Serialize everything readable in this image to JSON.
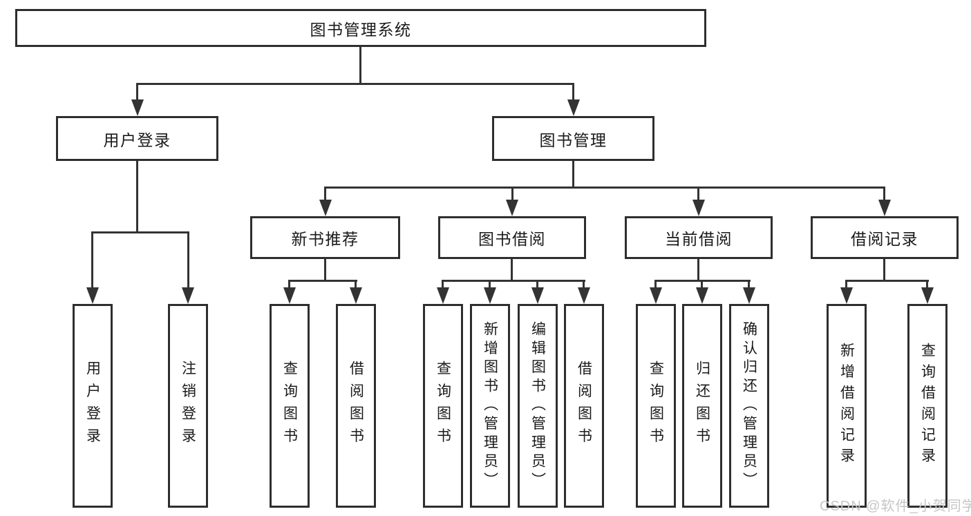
{
  "diagram": {
    "type": "tree",
    "title": "图书管理系统",
    "colors": {
      "background": "#ffffff",
      "line": "#333333",
      "box_border": "#2e2e2e",
      "text": "#1a1a1a",
      "watermark": "#c6c6c6"
    },
    "nodes": {
      "root": {
        "label": "图书管理系统"
      },
      "user_login": {
        "label": "用户登录"
      },
      "book_mgmt": {
        "label": "图书管理"
      },
      "new_book_rec": {
        "label": "新书推荐"
      },
      "book_borrow": {
        "label": "图书借阅"
      },
      "current_borrow": {
        "label": "当前借阅"
      },
      "borrow_records": {
        "label": "借阅记录"
      },
      "leaf_user_login": {
        "label": "用户登录"
      },
      "leaf_logout": {
        "label": "注销登录"
      },
      "leaf_query_book_1": {
        "label": "查询图书"
      },
      "leaf_borrow_book_1": {
        "label": "借阅图书"
      },
      "leaf_query_book_2": {
        "label": "查询图书"
      },
      "leaf_add_book": {
        "label": "新增图书（管理员）"
      },
      "leaf_edit_book": {
        "label": "编辑图书（管理员）"
      },
      "leaf_borrow_book_2": {
        "label": "借阅图书"
      },
      "leaf_query_book_3": {
        "label": "查询图书"
      },
      "leaf_return_book": {
        "label": "归还图书"
      },
      "leaf_confirm_return": {
        "label": "确认归还（管理员）"
      },
      "leaf_add_record": {
        "label": "新增借阅记录"
      },
      "leaf_query_record": {
        "label": "查询借阅记录"
      }
    },
    "edges": [
      [
        "root",
        "user_login"
      ],
      [
        "root",
        "book_mgmt"
      ],
      [
        "user_login",
        "leaf_user_login"
      ],
      [
        "user_login",
        "leaf_logout"
      ],
      [
        "book_mgmt",
        "new_book_rec"
      ],
      [
        "book_mgmt",
        "book_borrow"
      ],
      [
        "book_mgmt",
        "current_borrow"
      ],
      [
        "book_mgmt",
        "borrow_records"
      ],
      [
        "new_book_rec",
        "leaf_query_book_1"
      ],
      [
        "new_book_rec",
        "leaf_borrow_book_1"
      ],
      [
        "book_borrow",
        "leaf_query_book_2"
      ],
      [
        "book_borrow",
        "leaf_add_book"
      ],
      [
        "book_borrow",
        "leaf_edit_book"
      ],
      [
        "book_borrow",
        "leaf_borrow_book_2"
      ],
      [
        "current_borrow",
        "leaf_query_book_3"
      ],
      [
        "current_borrow",
        "leaf_return_book"
      ],
      [
        "current_borrow",
        "leaf_confirm_return"
      ],
      [
        "borrow_records",
        "leaf_add_record"
      ],
      [
        "borrow_records",
        "leaf_query_record"
      ]
    ],
    "watermark": "CSDN @软件_小贺同学"
  }
}
